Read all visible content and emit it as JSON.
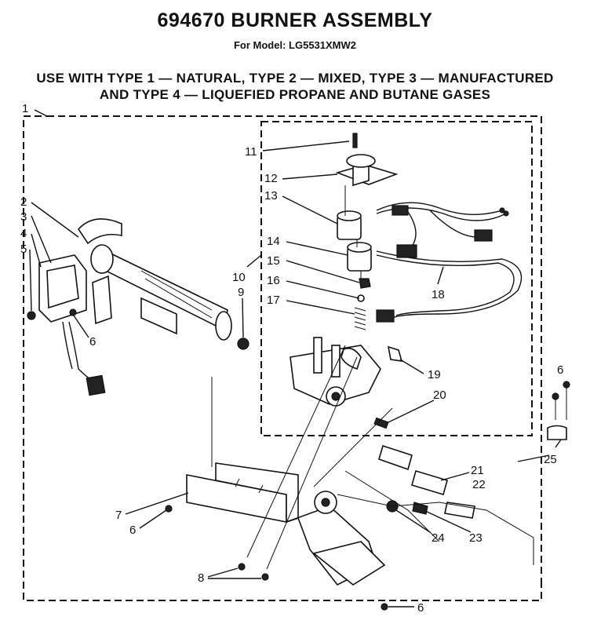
{
  "title": "694670 BURNER ASSEMBLY",
  "model_line": "For Model: LG5531XMW2",
  "usage_line_1": "USE WITH TYPE 1 — NATURAL, TYPE 2 — MIXED, TYPE 3 — MANUFACTURED",
  "usage_line_2": "AND TYPE 4 — LIQUEFIED PROPANE AND BUTANE GASES",
  "callouts": {
    "c1": "1",
    "c2": "2",
    "c3": "3",
    "c4": "4",
    "c5": "5",
    "c6a": "6",
    "c6b": "6",
    "c6c": "6",
    "c6d": "6",
    "c7": "7",
    "c8": "8",
    "c9": "9",
    "c10": "10",
    "c11": "11",
    "c12": "12",
    "c13": "13",
    "c14": "14",
    "c15": "15",
    "c16": "16",
    "c17": "17",
    "c18": "18",
    "c19": "19",
    "c20": "20",
    "c21": "21",
    "c22": "22",
    "c23": "23",
    "c24": "24",
    "c25": "25"
  }
}
